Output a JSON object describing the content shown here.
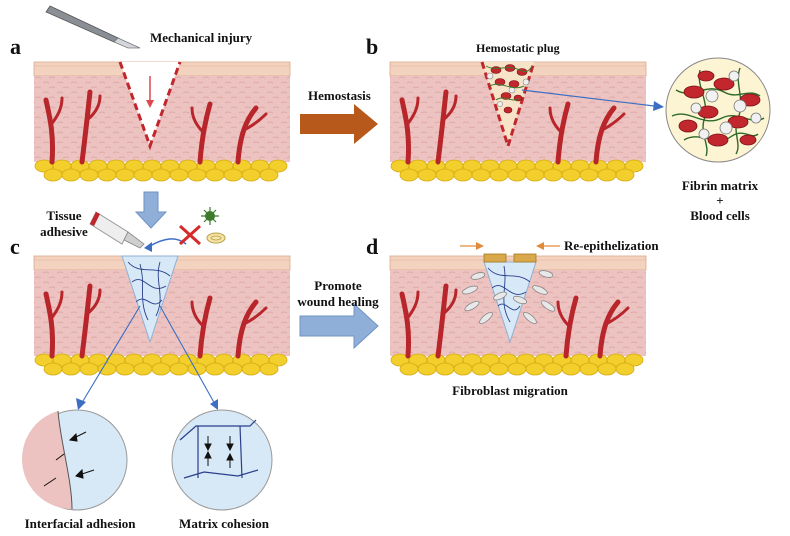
{
  "panels": {
    "a": "a",
    "b": "b",
    "c": "c",
    "d": "d"
  },
  "labels": {
    "mechanical_injury": "Mechanical injury",
    "hemostatic_plug": "Hemostatic plug",
    "hemostasis": "Hemostasis",
    "fibrin_matrix": "Fibrin matrix",
    "plus": "+",
    "blood_cells": "Blood cells",
    "tissue": "Tissue",
    "adhesive": "adhesive",
    "re_epithelization": "Re-epithelization",
    "promote": "Promote",
    "wound_healing": "wound healing",
    "fibroblast_migration": "Fibroblast migration",
    "interfacial_adhesion": "Interfacial adhesion",
    "matrix_cohesion": "Matrix cohesion"
  },
  "colors": {
    "skin": "#ecc3c1",
    "skin_top": "#f3d3bf",
    "vessel": "#b8252a",
    "fat": "#f2cf2c",
    "wound_outline": "#c0262c",
    "arrow_brown": "#b8591c",
    "arrow_blue": "#90afd8",
    "gel": "#d7e8f6",
    "fiber": "#2a3f8c"
  },
  "icons": [
    "scalpel-icon",
    "adhesive-tube-icon",
    "red-cross-icon",
    "virus-icon",
    "bacteria-icon"
  ]
}
